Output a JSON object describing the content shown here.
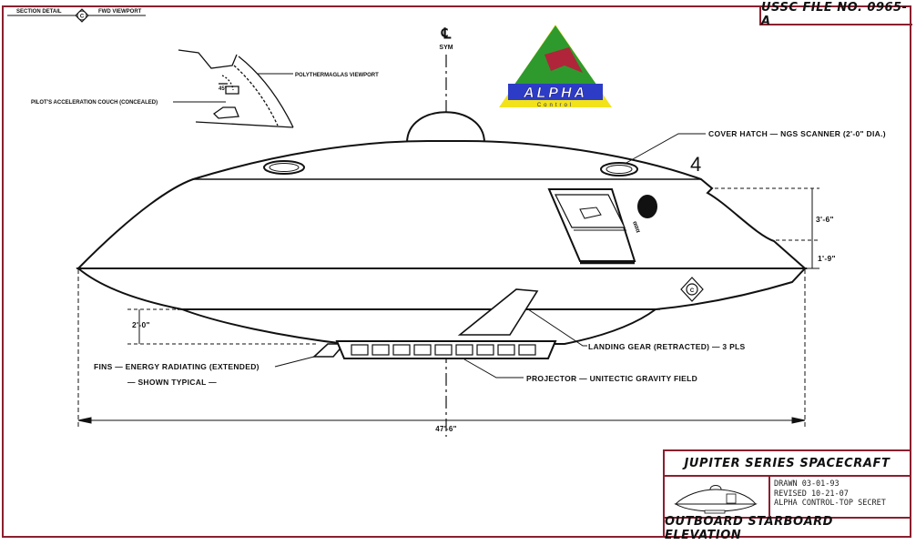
{
  "header": {
    "file_number": "USSC FILE NO. 0965-A",
    "section_detail": "SECTION DETAIL",
    "section_marker": "C",
    "fwd_viewport": "FWD VIEWPORT"
  },
  "centerline": {
    "symbol": "℄",
    "label": "SYM"
  },
  "logo": {
    "name": "ALPHA",
    "subtitle": "Control"
  },
  "inset_labels": {
    "polythermaglas_viewport": "POLYTHERMAGLAS VIEWPORT",
    "pilots_couch": "PILOT'S ACCELERATION COUCH (CONCEALED)",
    "angle": "45°"
  },
  "callouts": {
    "cover_hatch": "COVER HATCH — NGS SCANNER (2'-0\" DIA.)",
    "fins": "FINS — ENERGY RADIATING (EXTENDED)",
    "shown_typical": "— SHOWN TYPICAL —",
    "landing_gear": "LANDING GEAR (RETRACTED) — 3 PLS",
    "projector": "PROJECTOR — UNITECTIC GRAVITY FIELD"
  },
  "dimensions": {
    "upper_height": "3'-6\"",
    "lower_height": "1'-9\"",
    "fin_height": "2'-0\"",
    "overall_width": "47'-6\""
  },
  "hull_markings": {
    "number": "4",
    "section_marker": "C",
    "door_text": "ααα"
  },
  "title_block": {
    "series": "JUPITER SERIES SPACECRAFT",
    "drawn": "DRAWN 03-01-93",
    "revised": "REVISED 10-21-07",
    "classification": "ALPHA CONTROL-TOP SECRET",
    "view": "OUTBOARD STARBOARD ELEVATION"
  },
  "colors": {
    "frame": "#8a1f2e",
    "logo_green": "#2e9a2e",
    "logo_yellow": "#f2e21a",
    "logo_blue": "#2d3cc6",
    "logo_red": "#b0253a"
  }
}
